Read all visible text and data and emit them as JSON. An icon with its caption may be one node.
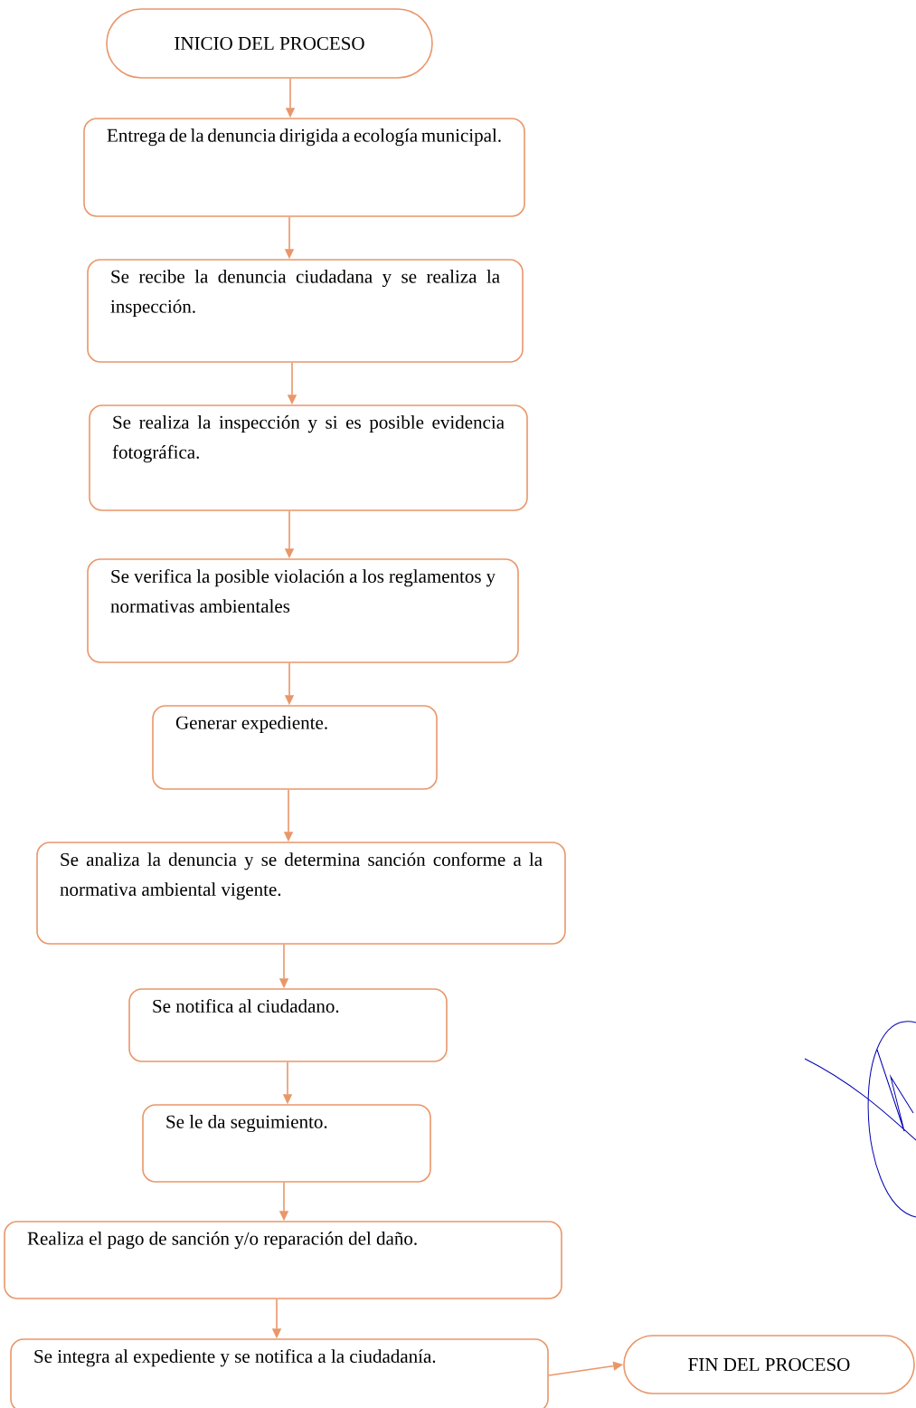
{
  "diagram": {
    "nodes": [
      {
        "text": [
          "INICIO DEL PROCESO"
        ]
      },
      {
        "text": [
          "Entrega de la denuncia dirigida a ecología municipal."
        ]
      },
      {
        "text": [
          "Se recibe la denuncia ciudadana y se realiza la inspección."
        ]
      },
      {
        "text": [
          "Se realiza la inspección y si es posible evidencia fotográfica."
        ]
      },
      {
        "text": [
          "Se verifica la posible violación a los reglamentos y normativas ambientales"
        ]
      },
      {
        "text": [
          "Generar expediente."
        ]
      },
      {
        "text": [
          "Se analiza la denuncia y se determina sanción conforme a la normativa ambiental vigente."
        ]
      },
      {
        "text": [
          "Se notifica al ciudadano."
        ]
      },
      {
        "text": [
          "Se le da seguimiento."
        ]
      },
      {
        "text": [
          "Realiza el pago de sanción y/o reparación del daño."
        ]
      },
      {
        "text": [
          "Se integra al expediente y se notifica a la ciudadanía."
        ]
      },
      {
        "text": [
          "FIN DEL PROCESO"
        ]
      }
    ],
    "edges": [
      {
        "from": 0,
        "to": 1,
        "arrow": "to"
      },
      {
        "from": 1,
        "to": 2,
        "arrow": "to"
      },
      {
        "from": 2,
        "to": 3,
        "arrow": "to"
      },
      {
        "from": 3,
        "to": 4,
        "arrow": "to"
      },
      {
        "from": 4,
        "to": 5,
        "arrow": "to"
      },
      {
        "from": 5,
        "to": 6,
        "arrow": "to"
      },
      {
        "from": 6,
        "to": 7,
        "arrow": "to"
      },
      {
        "from": 7,
        "to": 8,
        "arrow": "to"
      },
      {
        "from": 8,
        "to": 9,
        "arrow": "to"
      },
      {
        "from": 9,
        "to": 10,
        "arrow": "to"
      },
      {
        "from": 10,
        "to": 11,
        "arrow": "to"
      }
    ]
  }
}
